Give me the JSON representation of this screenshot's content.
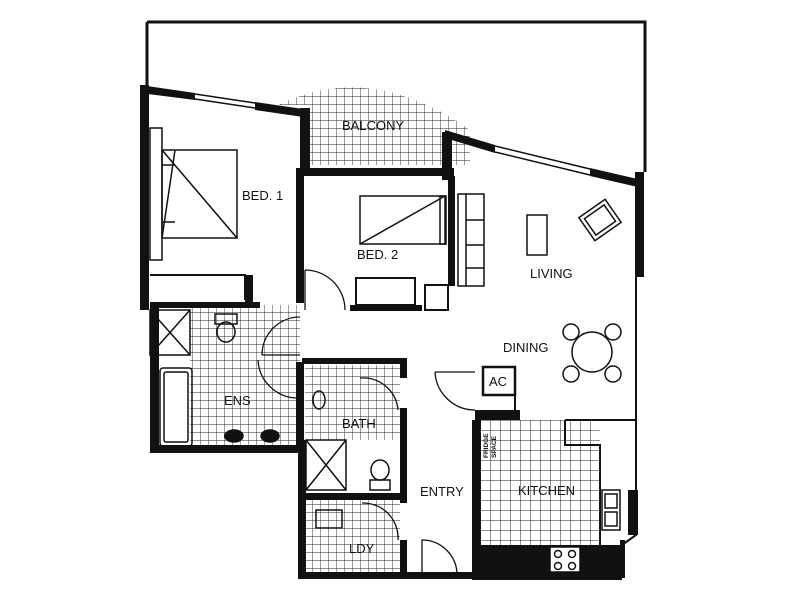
{
  "floorplan": {
    "rooms": {
      "bed1": "BED. 1",
      "bed2": "BED. 2",
      "balcony": "BALCONY",
      "living": "LIVING",
      "dining": "DINING",
      "ens": "ENS",
      "bath": "BATH",
      "entry": "ENTRY",
      "kitchen": "KITCHEN",
      "ldy": "LDY",
      "ac": "AC"
    },
    "fridge_space": [
      "FRIDGE",
      "SPACE"
    ],
    "colors": {
      "wall": "#111111",
      "tile": "#222222",
      "background": "#ffffff"
    }
  }
}
